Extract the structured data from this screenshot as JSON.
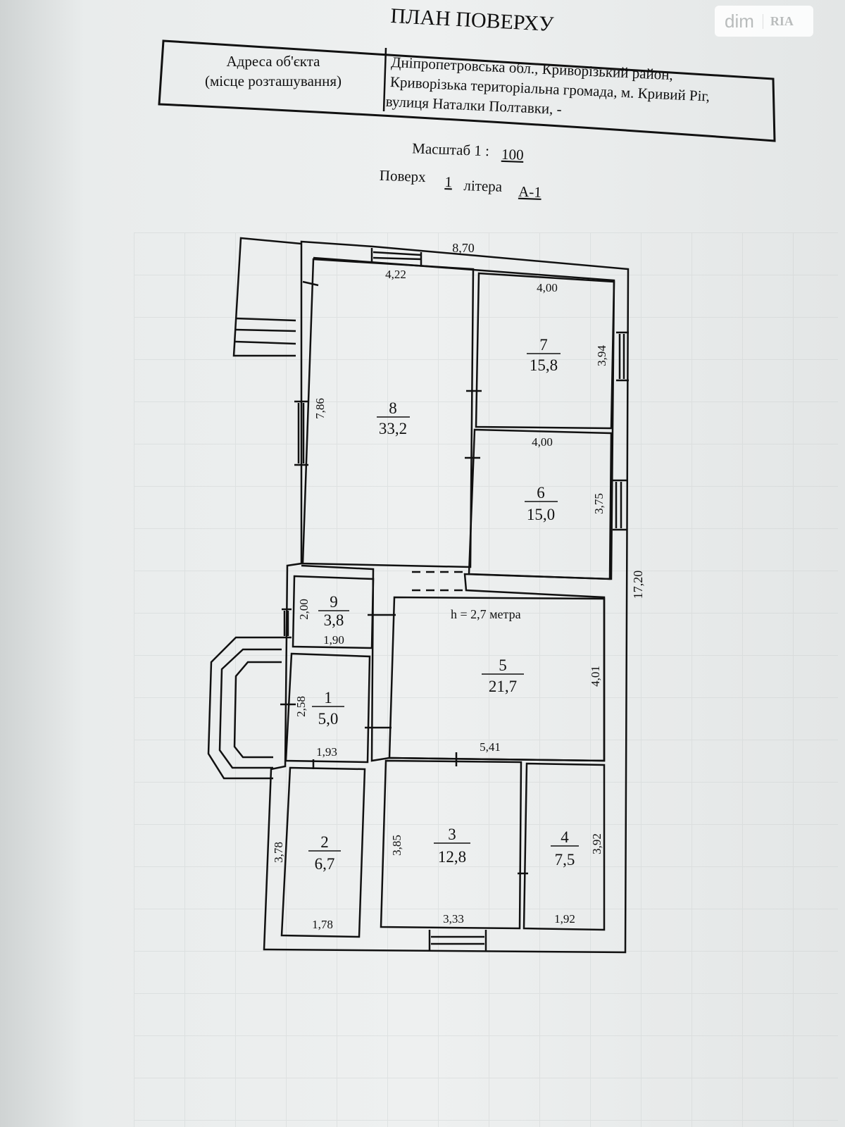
{
  "title": "ПЛАН ПОВЕРХУ",
  "address": {
    "label_line1": "Адреса об'єкта",
    "label_line2": "(місце розташування)",
    "value_line1": "Дніпропетровська обл., Криворізький район,",
    "value_line2": "Криворізька територіальна громада, м. Кривий Ріг,",
    "value_line3": "вулиця Наталки Полтавки, -"
  },
  "scale": {
    "label": "Масштаб 1 :",
    "value": "100"
  },
  "floor": {
    "label": "Поверх",
    "value": "1",
    "letter_label": "літера",
    "letter_value": "А-1"
  },
  "ceiling_height": "h = 2,7 метра",
  "outer_dims": {
    "width": "8,70",
    "length": "17,20"
  },
  "rooms": [
    {
      "number": "1",
      "area": "5,0",
      "side": "2,58",
      "bottom": "1,93"
    },
    {
      "number": "2",
      "area": "6,7",
      "side": "3,78",
      "bottom": "1,78"
    },
    {
      "number": "3",
      "area": "12,8",
      "side": "3,85",
      "bottom": "3,33"
    },
    {
      "number": "4",
      "area": "7,5",
      "side": "3,92",
      "bottom": "1,92"
    },
    {
      "number": "5",
      "area": "21,7",
      "side": "4,01",
      "bottom": "5,41"
    },
    {
      "number": "6",
      "area": "15,0",
      "side": "3,75",
      "top": "4,00"
    },
    {
      "number": "7",
      "area": "15,8",
      "side": "3,94",
      "top": "4,00"
    },
    {
      "number": "8",
      "area": "33,2",
      "side": "7,86",
      "top": "4,22"
    },
    {
      "number": "9",
      "area": "3,8",
      "side": "2,00",
      "bottom": "1,90"
    }
  ],
  "watermark": {
    "brand": "dim",
    "sub": "RIA"
  }
}
